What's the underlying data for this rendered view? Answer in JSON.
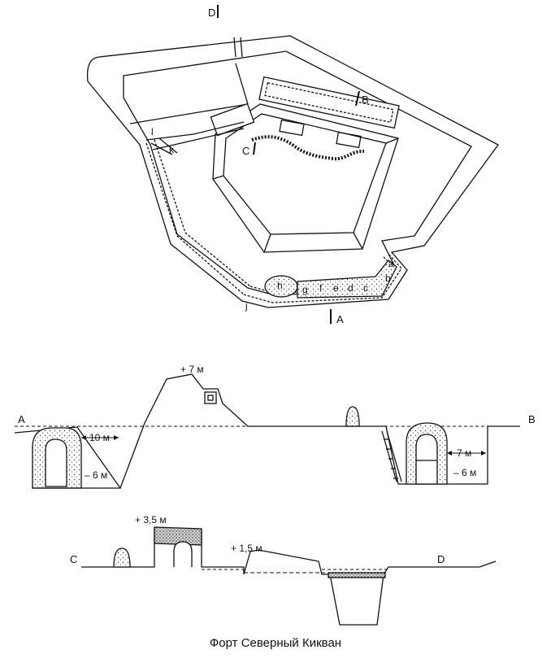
{
  "caption": "Форт Северный Кикван",
  "plan": {
    "section_markers": {
      "a": "A",
      "b": "B",
      "c": "C",
      "d": "D"
    },
    "room_labels": [
      "a",
      "b",
      "c",
      "d",
      "e",
      "f",
      "g",
      "h",
      "j",
      "k",
      "l"
    ]
  },
  "section_ab": {
    "left_label": "A",
    "right_label": "B",
    "height_label": "+ 7 м",
    "width_left_label": "10 м",
    "depth_left_label": "– 6 м",
    "width_right_label": "7 м",
    "depth_right_label": "– 6 м"
  },
  "section_cd": {
    "left_label": "C",
    "right_label": "D",
    "height_label_1": "+ 3,5 м",
    "height_label_2": "+ 1,5 м"
  }
}
